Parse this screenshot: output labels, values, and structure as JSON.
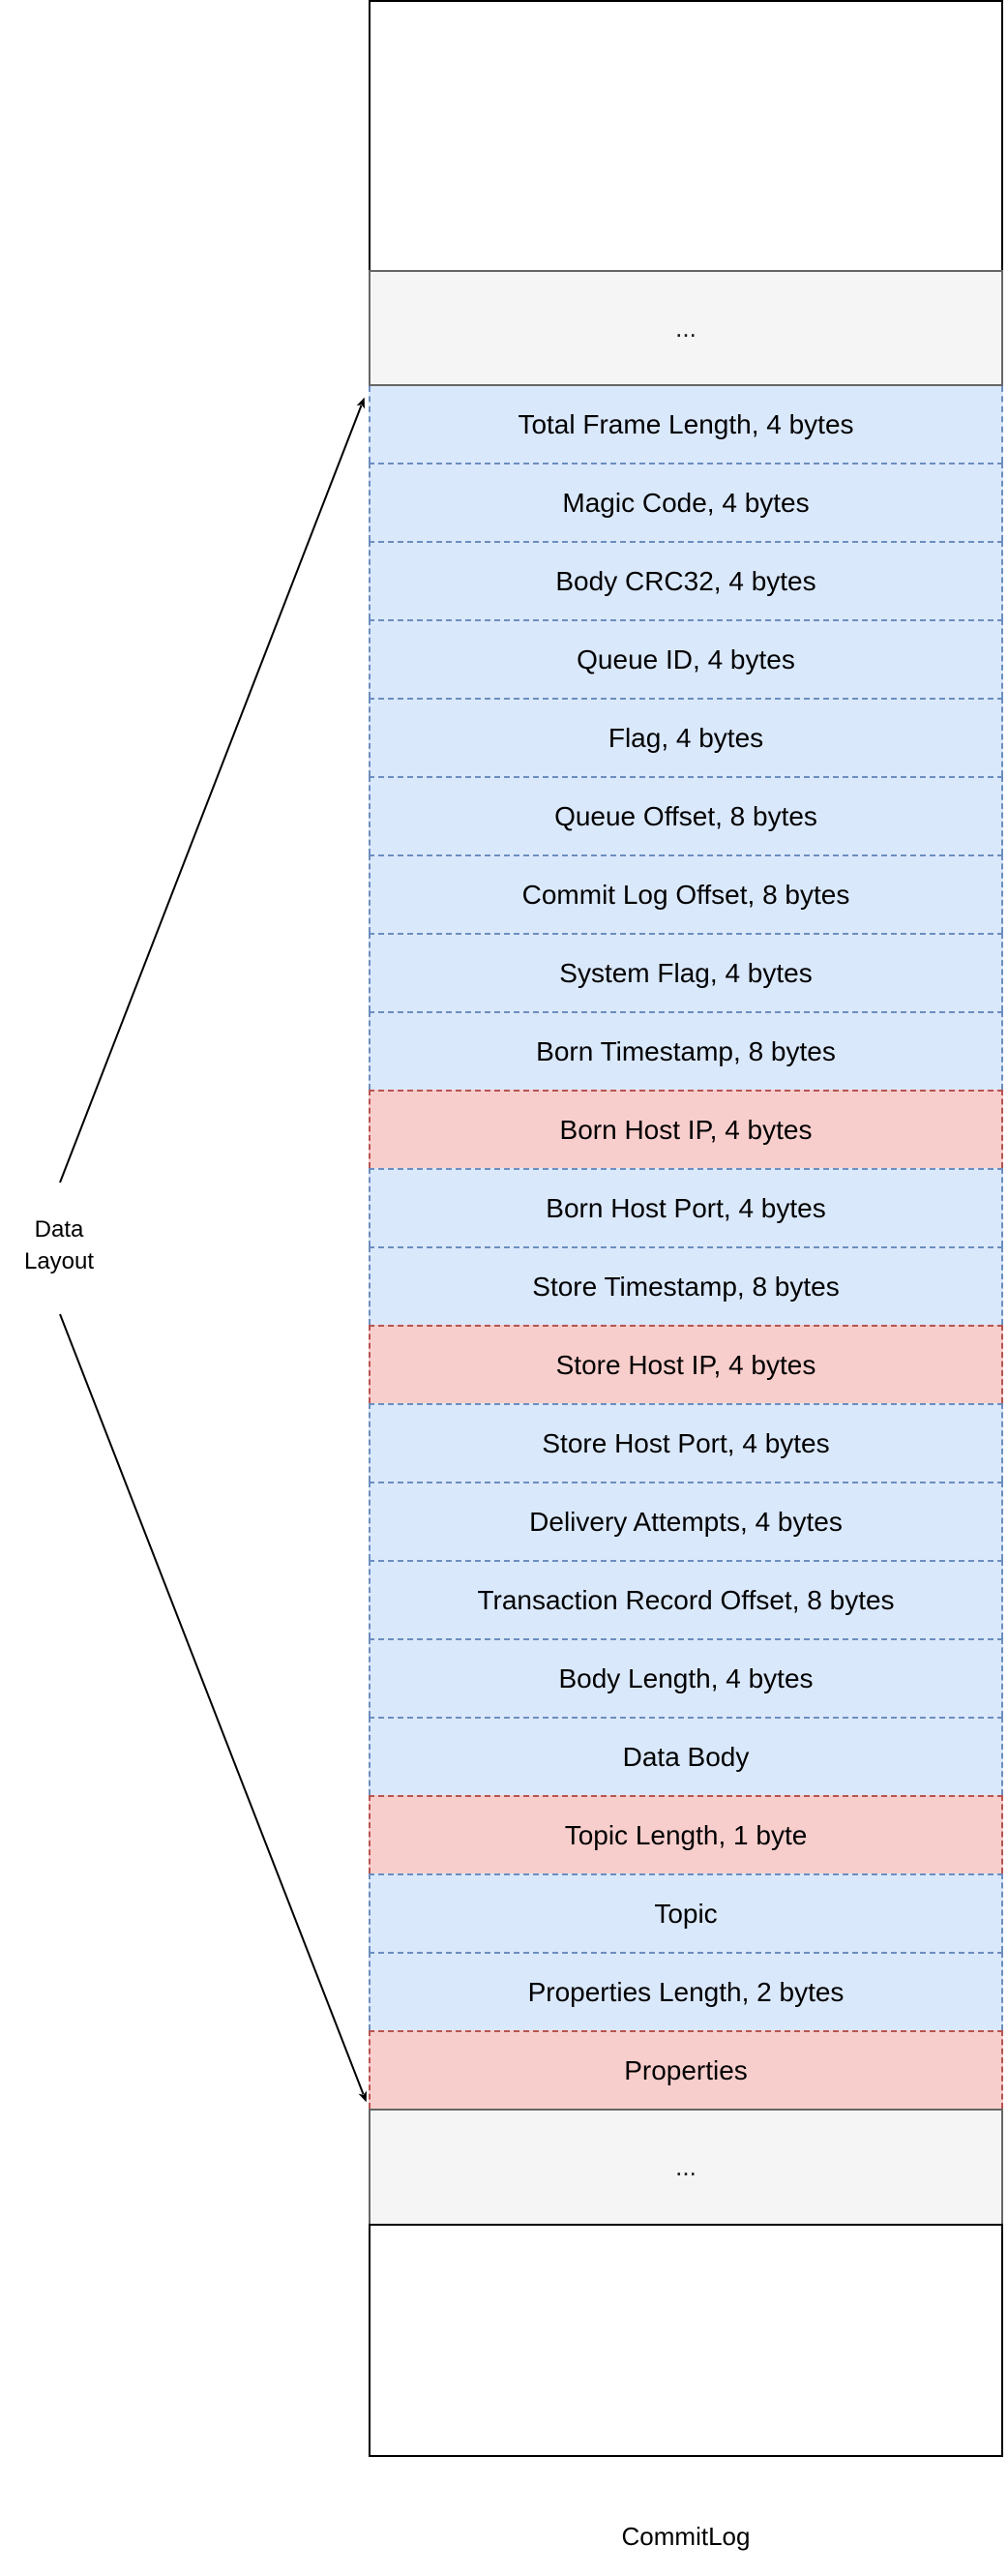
{
  "diagram": {
    "caption": "CommitLog",
    "side_label": {
      "line1": "Data",
      "line2": "Layout"
    },
    "ellipsis_top": "...",
    "ellipsis_bottom": "...",
    "colors": {
      "row_blue_fill": "#dae8fc",
      "row_blue_border": "#6c8ebf",
      "row_red_fill": "#f8cecc",
      "row_red_border": "#b85450",
      "gray_fill": "#f5f5f5",
      "gray_border": "#666666",
      "outer_border": "#000000"
    },
    "rows": [
      {
        "label": "Total Frame Length, 4 bytes",
        "highlight": false
      },
      {
        "label": "Magic Code, 4 bytes",
        "highlight": false
      },
      {
        "label": "Body CRC32, 4 bytes",
        "highlight": false
      },
      {
        "label": "Queue ID, 4 bytes",
        "highlight": false
      },
      {
        "label": "Flag, 4 bytes",
        "highlight": false
      },
      {
        "label": "Queue Offset, 8 bytes",
        "highlight": false
      },
      {
        "label": "Commit Log Offset, 8 bytes",
        "highlight": false
      },
      {
        "label": "System Flag, 4 bytes",
        "highlight": false
      },
      {
        "label": "Born Timestamp, 8 bytes",
        "highlight": false
      },
      {
        "label": "Born Host IP, 4 bytes",
        "highlight": true
      },
      {
        "label": "Born Host Port, 4 bytes",
        "highlight": false
      },
      {
        "label": "Store Timestamp, 8 bytes",
        "highlight": false
      },
      {
        "label": "Store Host IP, 4 bytes",
        "highlight": true
      },
      {
        "label": "Store Host Port, 4 bytes",
        "highlight": false
      },
      {
        "label": "Delivery Attempts, 4 bytes",
        "highlight": false
      },
      {
        "label": "Transaction Record Offset, 8 bytes",
        "highlight": false
      },
      {
        "label": "Body Length, 4 bytes",
        "highlight": false
      },
      {
        "label": "Data Body",
        "highlight": false
      },
      {
        "label": "Topic Length, 1 byte",
        "highlight": true
      },
      {
        "label": "Topic",
        "highlight": false
      },
      {
        "label": "Properties Length, 2 bytes",
        "highlight": false
      },
      {
        "label": "Properties",
        "highlight": true
      }
    ]
  }
}
